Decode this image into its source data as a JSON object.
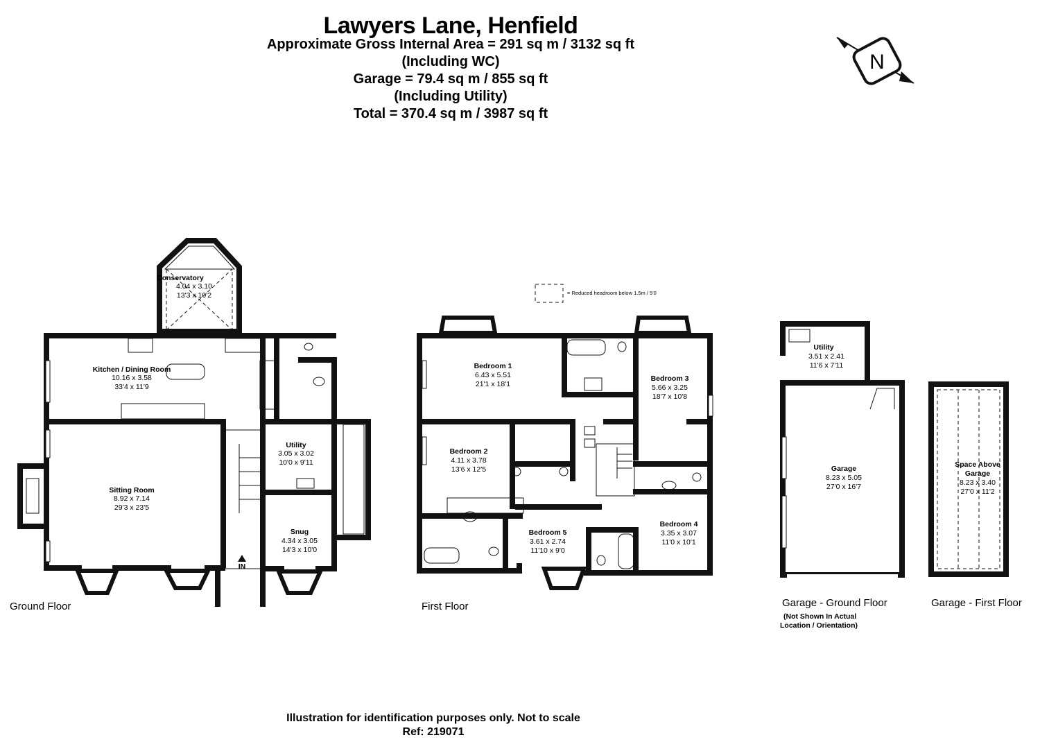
{
  "header": {
    "title": "Lawyers Lane, Henfield",
    "lines": [
      "Approximate Gross Internal Area = 291 sq m / 3132 sq ft",
      "(Including WC)",
      "Garage = 79.4 sq m / 855 sq ft",
      "(Including Utility)",
      "Total = 370.4 sq m / 3987 sq ft"
    ]
  },
  "compass": {
    "letter": "N",
    "icon": "north-compass-icon"
  },
  "legend": {
    "text": "= Reduced headroom below 1.5m / 5'0"
  },
  "floors": {
    "ground": "Ground Floor",
    "first": "First Floor",
    "garage_ground": "Garage - Ground Floor",
    "garage_ground_note": [
      "(Not Shown In Actual",
      "Location / Orientation)"
    ],
    "garage_first": "Garage - First Floor"
  },
  "rooms": {
    "conservatory": {
      "name": "Conservatory",
      "metric": "4.04 x 3.10",
      "imperial": "13'3 x 10'2"
    },
    "kitchen": {
      "name": "Kitchen / Dining Room",
      "metric": "10.16 x 3.58",
      "imperial": "33'4 x 11'9"
    },
    "utility_gf": {
      "name": "Utility",
      "metric": "3.05 x 3.02",
      "imperial": "10'0 x 9'11"
    },
    "sitting": {
      "name": "Sitting Room",
      "metric": "8.92 x 7.14",
      "imperial": "29'3 x 23'5"
    },
    "snug": {
      "name": "Snug",
      "metric": "4.34 x 3.05",
      "imperial": "14'3 x 10'0"
    },
    "entrance": {
      "name": "IN"
    },
    "bedroom1": {
      "name": "Bedroom 1",
      "metric": "6.43 x 5.51",
      "imperial": "21'1 x 18'1"
    },
    "bedroom2": {
      "name": "Bedroom 2",
      "metric": "4.11 x 3.78",
      "imperial": "13'6 x 12'5"
    },
    "bedroom3": {
      "name": "Bedroom 3",
      "metric": "5.66 x 3.25",
      "imperial": "18'7 x 10'8"
    },
    "bedroom4": {
      "name": "Bedroom 4",
      "metric": "3.35 x 3.07",
      "imperial": "11'0 x 10'1"
    },
    "bedroom5": {
      "name": "Bedroom 5",
      "metric": "3.61 x 2.74",
      "imperial": "11'10 x 9'0"
    },
    "utility_garage": {
      "name": "Utility",
      "metric": "3.51 x 2.41",
      "imperial": "11'6 x 7'11"
    },
    "garage": {
      "name": "Garage",
      "metric": "8.23 x 5.05",
      "imperial": "27'0 x 16'7"
    },
    "space_above": {
      "name": "Space Above",
      "name2": "Garage",
      "metric": "8.23 x 3.40",
      "imperial": "27'0 x 11'2"
    }
  },
  "footer": {
    "line1": "Illustration for identification purposes only. Not to scale",
    "line2": "Ref: 219071"
  }
}
